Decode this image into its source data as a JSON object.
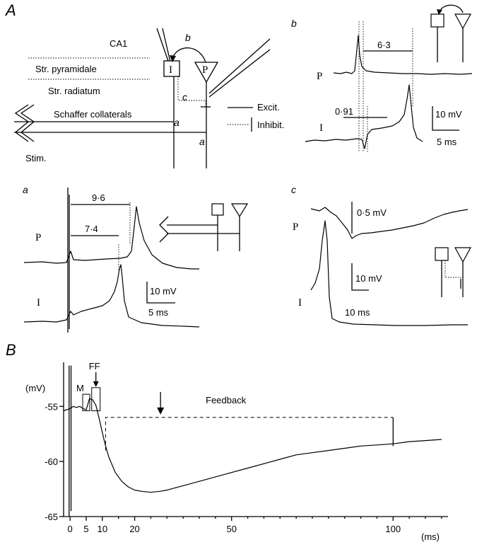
{
  "panel_A": {
    "label": "A",
    "diagram": {
      "region": "CA1",
      "layer_pyramidale": "Str. pyramidale",
      "layer_radiatum": "Str. radiatum",
      "input": "Schaffer collaterals",
      "stim": "Stim.",
      "interneuron": "I",
      "pyramidal": "P",
      "path_a1": "a",
      "path_a2": "a",
      "path_b": "b",
      "path_c": "c",
      "legend_excit": "Excit.",
      "legend_inhib": "Inhibit."
    },
    "sub_b": {
      "label": "b",
      "trace_p": "P",
      "trace_i": "I",
      "delay_long": "6·3",
      "delay_short": "0·91",
      "scale_v": "10 mV",
      "scale_t": "5 ms"
    },
    "sub_a": {
      "label": "a",
      "trace_p": "P",
      "trace_i": "I",
      "delay_long": "9·6",
      "delay_short": "7·4",
      "scale_v": "10 mV",
      "scale_t": "5 ms"
    },
    "sub_c": {
      "label": "c",
      "trace_p": "P",
      "trace_i": "I",
      "scale_p": "0·5 mV",
      "scale_v": "10 mV",
      "scale_t": "10 ms"
    }
  },
  "panel_B": {
    "label": "B",
    "ylabel": "(mV)",
    "xlabel": "(ms)",
    "yticks": [
      "-55",
      "-60",
      "-65"
    ],
    "xticks": [
      "0",
      "5",
      "10",
      "20",
      "50",
      "100"
    ],
    "label_m": "M",
    "label_ff": "FF",
    "label_feedback": "Feedback"
  },
  "chart_data": {
    "type": "line",
    "title": "",
    "xlabel": "(ms)",
    "ylabel": "(mV)",
    "xlim": [
      -2,
      117
    ],
    "ylim": [
      -65,
      -51
    ],
    "xticks": [
      0,
      5,
      10,
      20,
      50,
      100
    ],
    "yticks": [
      -55,
      -60,
      -65
    ],
    "series": [
      {
        "x": [
          -2,
          -1,
          0,
          1,
          2,
          3,
          4,
          5,
          6,
          7,
          8,
          9,
          10,
          11,
          12,
          14,
          16,
          18,
          20,
          22,
          25,
          28,
          30,
          35,
          40,
          45,
          50,
          55,
          60,
          65,
          70,
          75,
          80,
          85,
          90,
          95,
          100,
          105,
          110,
          115
        ],
        "values": [
          -55.4,
          -55.3,
          -55.2,
          -55.0,
          -55.1,
          -55.0,
          -55.2,
          -55.3,
          -54.3,
          -54.4,
          -54.9,
          -56.1,
          -57.4,
          -58.6,
          -59.6,
          -61.0,
          -61.8,
          -62.3,
          -62.6,
          -62.7,
          -62.8,
          -62.7,
          -62.6,
          -62.2,
          -61.8,
          -61.4,
          -61.0,
          -60.6,
          -60.2,
          -59.8,
          -59.4,
          -59.2,
          -59.0,
          -58.8,
          -58.6,
          -58.5,
          -58.4,
          -58.2,
          -58.1,
          -58.0
        ]
      }
    ],
    "annotations": [
      {
        "text": "M",
        "x": 5,
        "y_range": [
          -55.4,
          -53.9
        ]
      },
      {
        "text": "FF",
        "x": 8,
        "y_range": [
          -55.4,
          -53.3
        ]
      },
      {
        "text": "Feedback",
        "x_range": [
          11,
          100
        ],
        "y": -56.0
      }
    ]
  }
}
